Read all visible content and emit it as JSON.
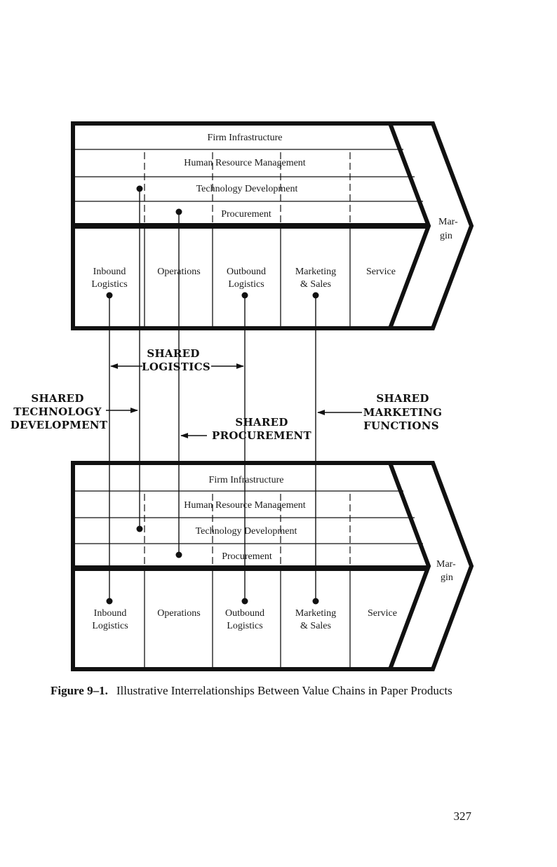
{
  "upper_chain": {
    "firm_infrastructure": "Firm Infrastructure",
    "human_resource_management": "Human Resource Management",
    "technology_development": "Technology Development",
    "procurement": "Procurement",
    "margin_line1": "Mar-",
    "margin_line2": "gin",
    "inbound_line1": "Inbound",
    "inbound_line2": "Logistics",
    "operations": "Operations",
    "outbound_line1": "Outbound",
    "outbound_line2": "Logistics",
    "marketing_line1": "Marketing",
    "marketing_line2": "& Sales",
    "service": "Service"
  },
  "lower_chain": {
    "firm_infrastructure": "Firm Infrastructure",
    "human_resource_management": "Human Resource Management",
    "technology_development": "Technology Development",
    "procurement": "Procurement",
    "margin_line1": "Mar-",
    "margin_line2": "gin",
    "inbound_line1": "Inbound",
    "inbound_line2": "Logistics",
    "operations": "Operations",
    "outbound_line1": "Outbound",
    "outbound_line2": "Logistics",
    "marketing_line1": "Marketing",
    "marketing_line2": "& Sales",
    "service": "Service"
  },
  "shared_labels": {
    "logistics_line1": "SHARED",
    "logistics_line2": "LOGISTICS",
    "technology_line1": "SHARED",
    "technology_line2": "TECHNOLOGY",
    "technology_line3": "DEVELOPMENT",
    "procurement_line1": "SHARED",
    "procurement_line2": "PROCUREMENT",
    "marketing_line1": "SHARED",
    "marketing_line2": "MARKETING",
    "marketing_line3": "FUNCTIONS"
  },
  "caption": {
    "number": "Figure 9–1.",
    "text": "Illustrative Interrelationships Between Value Chains in Paper Products"
  },
  "page_number": "327"
}
